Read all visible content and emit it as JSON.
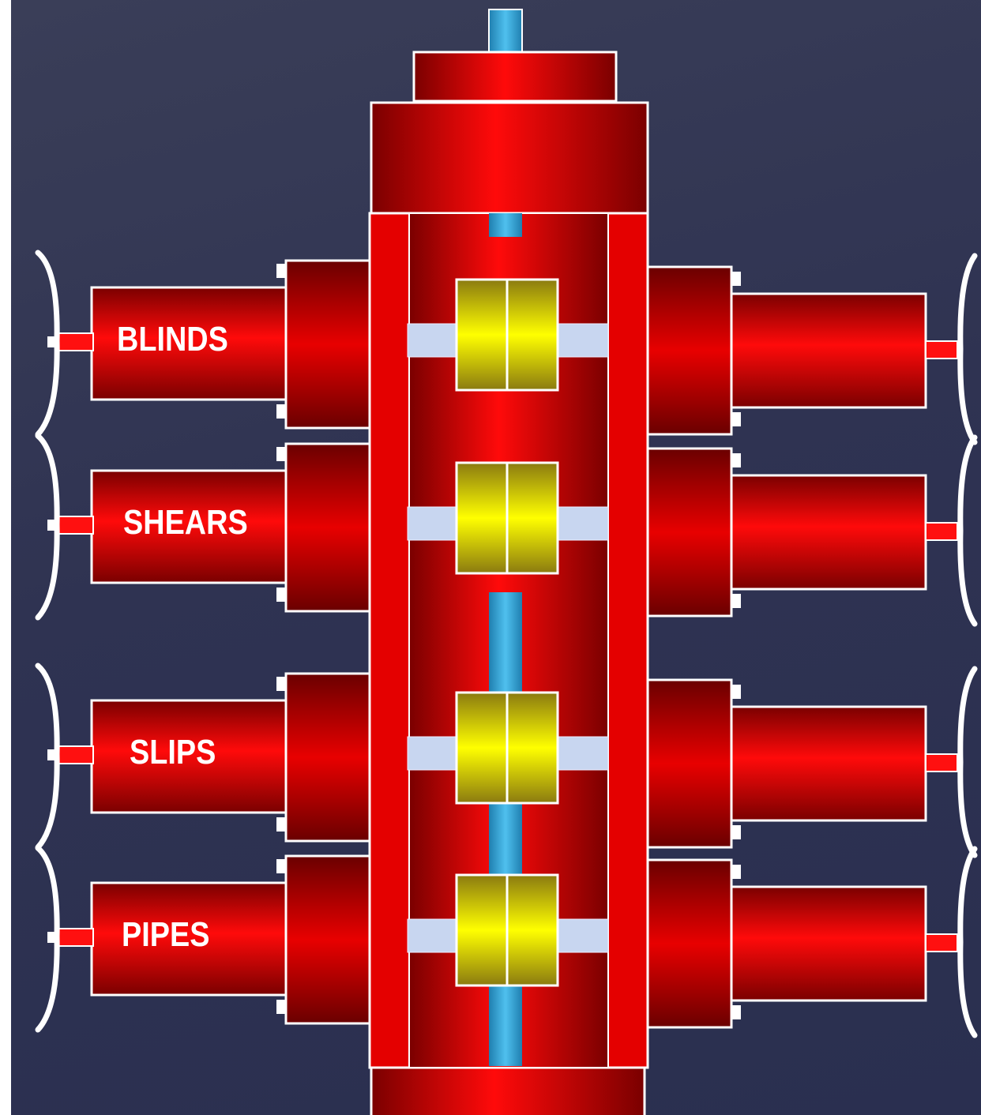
{
  "diagram": {
    "rams": [
      {
        "label": "BLINDS"
      },
      {
        "label": "SHEARS"
      },
      {
        "label": "SLIPS"
      },
      {
        "label": "PIPES"
      }
    ],
    "colors": {
      "background": "#30344f",
      "body_red": "#e00000",
      "ram_yellow": "#e6e600",
      "pipe_blue": "#35a6d6",
      "rod_light": "#c8d6f0",
      "outline": "#ffffff"
    }
  }
}
